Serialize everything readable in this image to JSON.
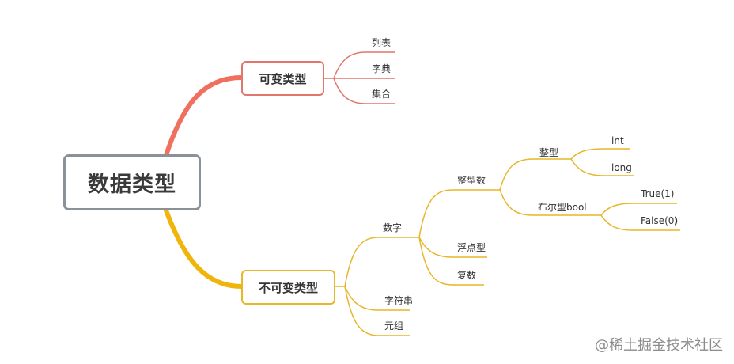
{
  "root": {
    "label": "数据类型"
  },
  "mutable": {
    "label": "可变类型",
    "children": [
      "列表",
      "字典",
      "集合"
    ]
  },
  "immutable": {
    "label": "不可变类型",
    "number": {
      "label": "数字",
      "integer": {
        "label": "整型数",
        "int_type": {
          "label": "整型",
          "children": [
            "int",
            "long"
          ]
        },
        "bool_type": {
          "label": "布尔型bool",
          "children": [
            "True(1)",
            "False(0)"
          ]
        }
      },
      "float_label": "浮点型",
      "complex_label": "复数"
    },
    "string_label": "字符串",
    "tuple_label": "元组"
  },
  "watermark": "@稀土掘金技术社区",
  "colors": {
    "mutable_branch": "#e0766c",
    "mutable_branch_root": "#f07060",
    "immutable_branch": "#e7b62a",
    "immutable_branch_root": "#f0b40a",
    "root_border": "#8a9198"
  }
}
